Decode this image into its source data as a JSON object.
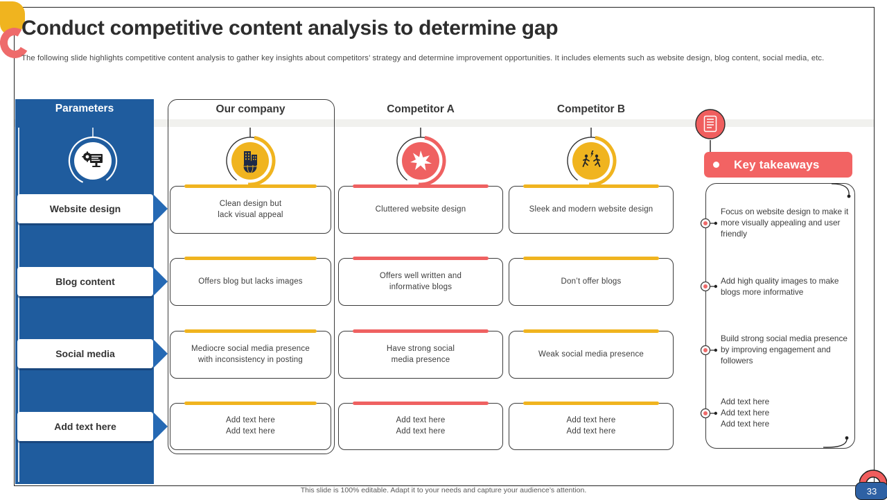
{
  "slide": {
    "title": "Conduct competitive content analysis to determine gap",
    "subtitle": "The following slide highlights competitive content analysis to gather key insights about competitors’ strategy and determine improvement opportunities. It includes elements such as website design, blog content, social media, etc.",
    "footer": "This slide is 100% editable.  Adapt it to your needs and capture your audience’s attention.",
    "page_number": "33"
  },
  "colors": {
    "blue": "#1f5c9e",
    "arrow_blue": "#2569b4",
    "yellow": "#f0b41f",
    "red": "#ef6161",
    "takeaways_red": "#f26363",
    "strip_gray": "#f1f1ee"
  },
  "icons": {
    "parameters": "monitor-gear-icon",
    "our_company": "building-icon",
    "competitor_a": "burst-icon",
    "competitor_b": "competition-icon",
    "takeaways": "notepad-icon"
  },
  "table": {
    "param_header": "Parameters",
    "columns": [
      {
        "label": "Our company",
        "accent": "#f0b41f"
      },
      {
        "label": "Competitor A",
        "accent": "#ef6161"
      },
      {
        "label": "Competitor B",
        "accent": "#f0b41f"
      }
    ],
    "rows": [
      {
        "label": "Website design",
        "cells": [
          "Clean design but\nlack visual appeal",
          "Cluttered website design",
          "Sleek and modern website design"
        ]
      },
      {
        "label": "Blog content",
        "cells": [
          "Offers blog but lacks images",
          "Offers well written and\ninformative blogs",
          "Don’t offer blogs"
        ]
      },
      {
        "label": "Social media",
        "cells": [
          "Mediocre social media presence\nwith inconsistency in posting",
          "Have strong social\nmedia presence",
          "Weak social media presence"
        ]
      },
      {
        "label": "Add text here",
        "cells": [
          "Add text here\nAdd text here",
          "Add text here\nAdd text here",
          "Add text here\nAdd text here"
        ]
      }
    ]
  },
  "takeaways": {
    "title": "Key takeaways",
    "items": [
      "Focus on website design to make it more visually appealing and user friendly",
      "Add high quality images to make blogs more informative",
      "Build strong social media presence by improving engagement and followers",
      "Add text here\nAdd text here\nAdd text here"
    ]
  }
}
